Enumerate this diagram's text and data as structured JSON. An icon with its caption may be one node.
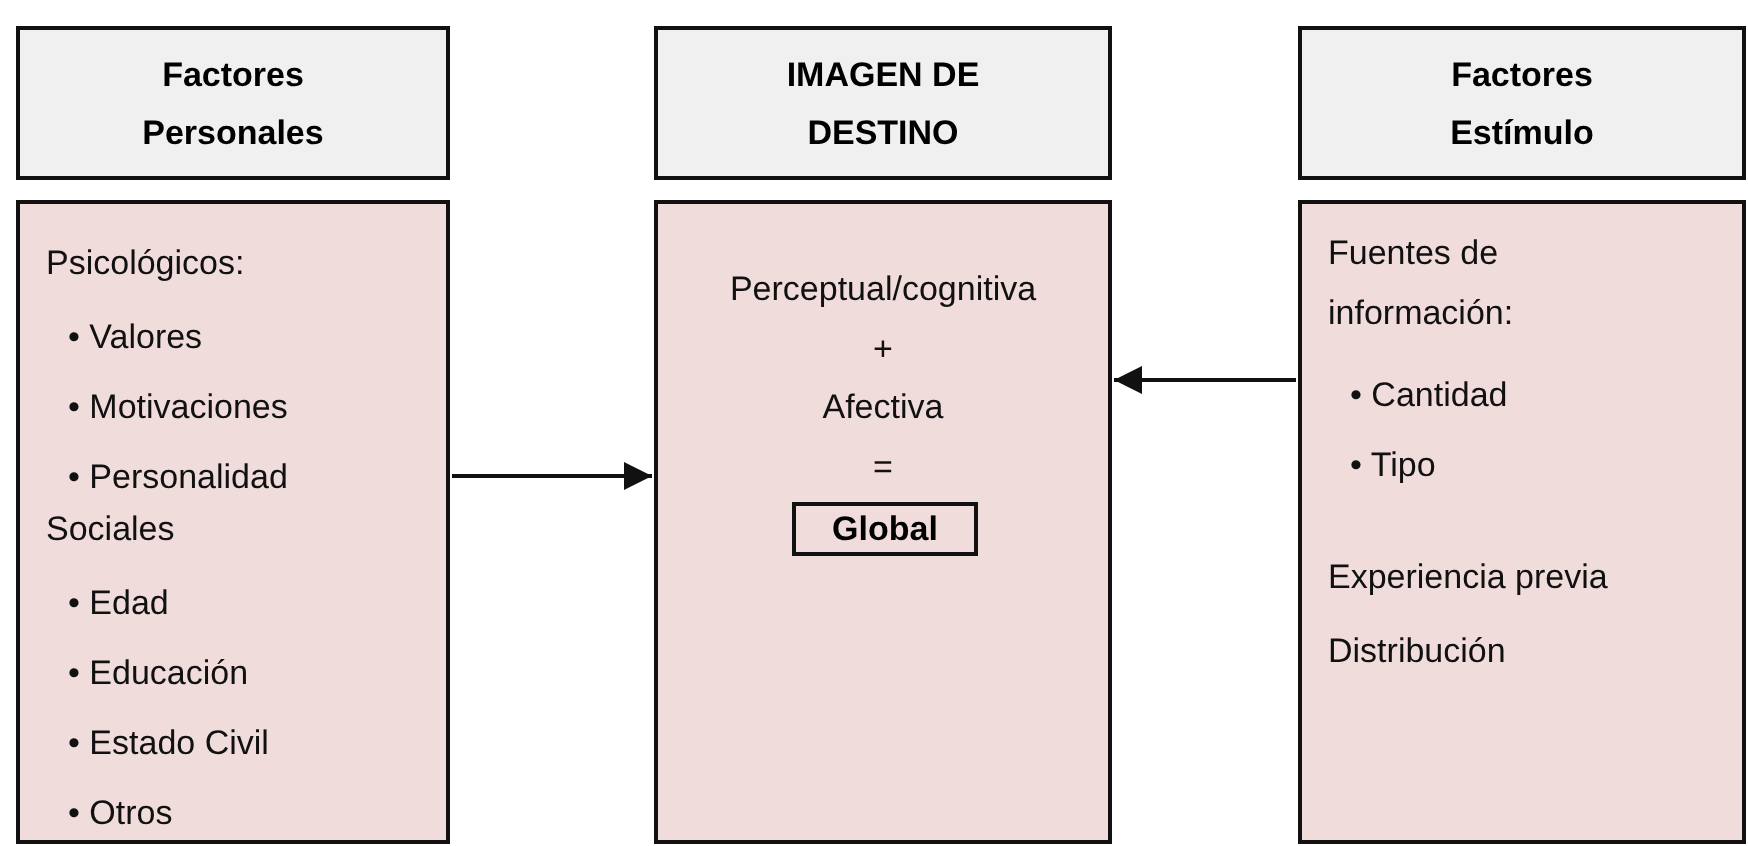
{
  "diagram": {
    "nodes": [
      {
        "text": [
          "Factores Personales"
        ]
      },
      {
        "text": [
          "IMAGEN DE DESTINO"
        ]
      },
      {
        "text": [
          "Factores Estímulo"
        ]
      },
      {
        "text": [
          "Psicológicos:",
          "• Valores",
          "• Motivaciones",
          "• Personalidad",
          "Sociales",
          "• Edad",
          "• Educación",
          "• Estado Civil",
          "• Otros"
        ]
      },
      {
        "text": [
          "Perceptual/cognitiva",
          "+",
          "Afectiva",
          "="
        ]
      },
      {
        "text": [
          "Fuentes de información:",
          "• Cantidad",
          "• Tipo",
          "Experiencia previa",
          "Distribución"
        ]
      },
      {
        "text": [
          "Global"
        ],
        "in": 4
      }
    ],
    "edges": [
      {
        "from": 3,
        "to": 4,
        "arrow": "to"
      },
      {
        "from": 5,
        "to": 4,
        "arrow": "to"
      }
    ]
  }
}
